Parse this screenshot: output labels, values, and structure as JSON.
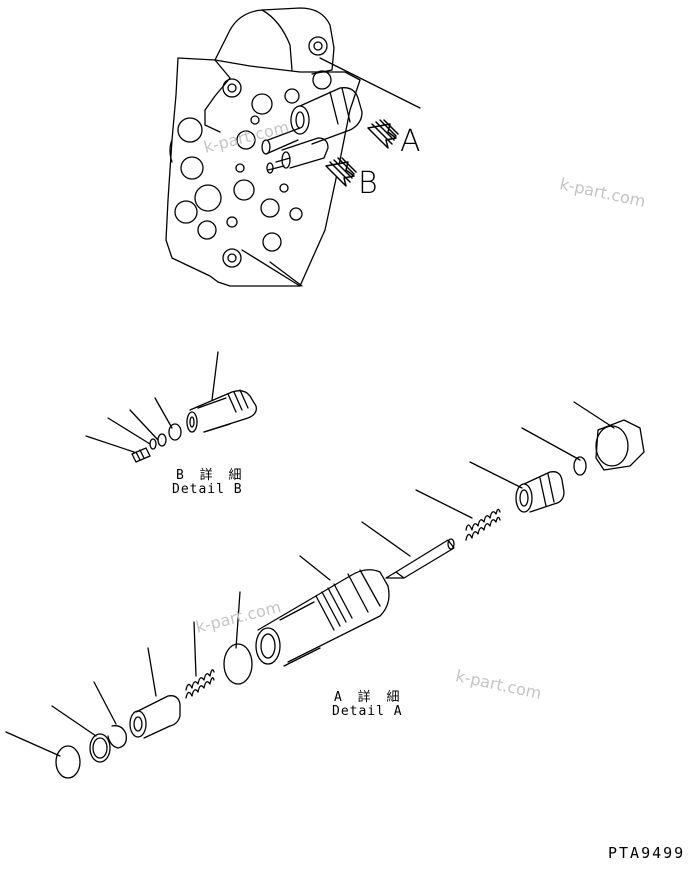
{
  "labels": {
    "view_a": "A",
    "view_b": "B"
  },
  "detail_b": {
    "caption_jp": "B 詳 細",
    "caption_en": "Detail B"
  },
  "detail_a": {
    "caption_jp": "A 詳 細",
    "caption_en": "Detail A"
  },
  "watermark": "k-part.com",
  "drawing_code": "PTA9499"
}
